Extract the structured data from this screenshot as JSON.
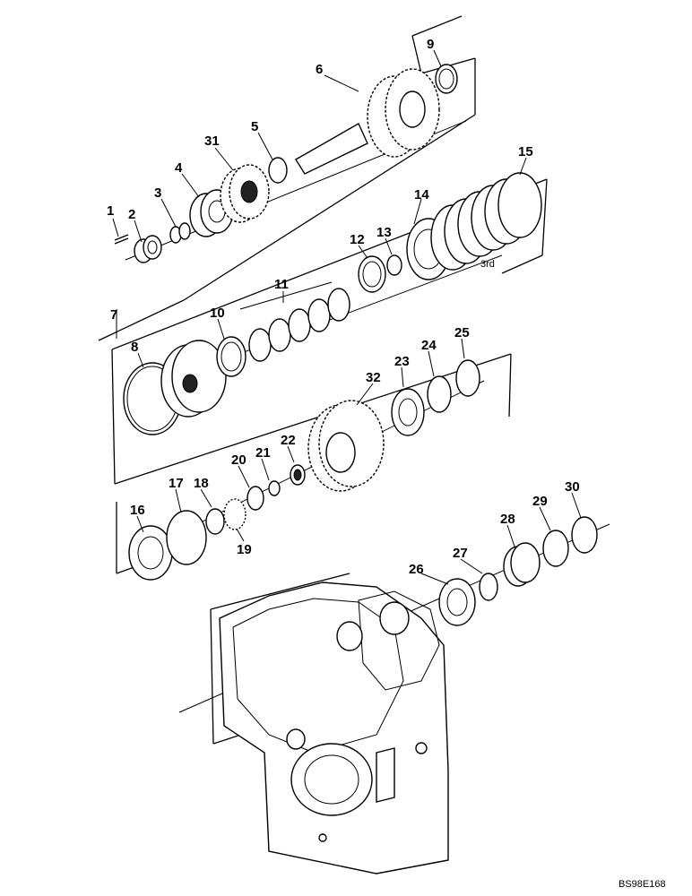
{
  "drawing_ref": "BS98E168",
  "small_label": "3rd",
  "callouts": [
    "1",
    "2",
    "3",
    "4",
    "5",
    "6",
    "7",
    "8",
    "9",
    "10",
    "11",
    "12",
    "13",
    "14",
    "15",
    "16",
    "17",
    "18",
    "19",
    "20",
    "21",
    "22",
    "23",
    "24",
    "25",
    "26",
    "27",
    "28",
    "29",
    "30",
    "31",
    "32"
  ]
}
